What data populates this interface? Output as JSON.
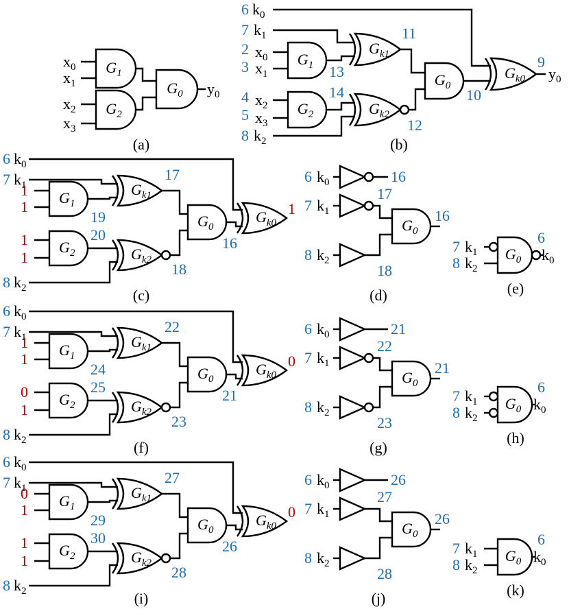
{
  "signals": {
    "x": [
      "x0",
      "x1",
      "x2",
      "x3"
    ],
    "k": [
      "k0",
      "k1",
      "k2"
    ],
    "y": "y0"
  },
  "gates": {
    "G1": "G1",
    "G2": "G2",
    "G0": "G0",
    "Gk0": "Gk0",
    "Gk1": "Gk1",
    "Gk2": "Gk2"
  },
  "captions": [
    "(a)",
    "(b)",
    "(c)",
    "(d)",
    "(e)",
    "(f)",
    "(g)",
    "(h)",
    "(i)",
    "(j)",
    "(k)"
  ],
  "panel_b": {
    "node_k0": "6",
    "node_k1": "7",
    "node_x0": "2",
    "node_x1": "3",
    "node_x2": "4",
    "node_x3": "5",
    "node_k2": "8",
    "node_Gk1": "11",
    "node_G1": "13",
    "node_G2": "14",
    "node_Gk2": "12",
    "node_G0": "10",
    "node_Gk0": "9"
  },
  "panel_c": {
    "node_k0": "6",
    "node_k1": "7",
    "node_k2": "8",
    "in_x0": "1",
    "in_x1": "1",
    "in_x2": "1",
    "in_x3": "1",
    "node_Gk1": "17",
    "node_G1": "19",
    "node_G2": "20",
    "node_Gk2": "18",
    "node_G0": "16",
    "out": "1"
  },
  "panel_d": {
    "node_k0": "6",
    "node_k1": "7",
    "node_k2": "8",
    "out_k0": "16",
    "out_k1": "17",
    "out_k2": "18",
    "out_G0": "16"
  },
  "panel_e": {
    "node_k1": "7",
    "node_k2": "8",
    "out": "6"
  },
  "panel_f": {
    "node_k0": "6",
    "node_k1": "7",
    "node_k2": "8",
    "in_x0": "1",
    "in_x1": "1",
    "in_x2": "0",
    "in_x3": "1",
    "node_Gk1": "22",
    "node_G1": "24",
    "node_G2": "25",
    "node_Gk2": "23",
    "node_G0": "21",
    "out": "0"
  },
  "panel_g": {
    "node_k0": "6",
    "node_k1": "7",
    "node_k2": "8",
    "out_k0": "21",
    "out_k1": "22",
    "out_k2": "23",
    "out_G0": "21"
  },
  "panel_h": {
    "node_k1": "7",
    "node_k2": "8",
    "out": "6"
  },
  "panel_i": {
    "node_k0": "6",
    "node_k1": "7",
    "node_k2": "8",
    "in_x0": "0",
    "in_x1": "1",
    "in_x2": "1",
    "in_x3": "1",
    "node_Gk1": "27",
    "node_G1": "29",
    "node_G2": "30",
    "node_Gk2": "28",
    "node_G0": "26",
    "out": "0"
  },
  "panel_j": {
    "node_k0": "6",
    "node_k1": "7",
    "node_k2": "8",
    "out_k0": "26",
    "out_k1": "27",
    "out_k2": "28",
    "out_G0": "26"
  },
  "panel_k": {
    "node_k1": "7",
    "node_k2": "8",
    "out": "6"
  }
}
